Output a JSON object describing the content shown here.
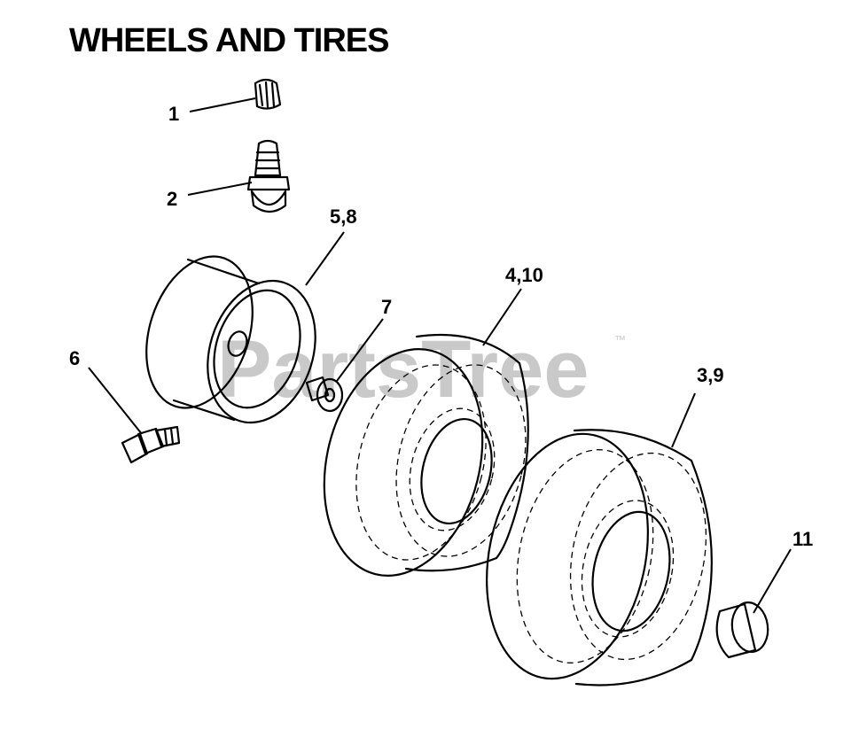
{
  "title": "WHEELS AND TIRES",
  "watermark": {
    "text": "PartsTree",
    "trademark": "™"
  },
  "callouts": {
    "valve_cap": "1",
    "valve_stem": "2",
    "rim": "5,8",
    "grease_fitting": "6",
    "spacer": "7",
    "tire_front": "4,10",
    "tire_rear": "3,9",
    "hub_cap": "11"
  },
  "colors": {
    "line": "#000000",
    "background": "#ffffff",
    "watermark": "#c9c9c9"
  }
}
